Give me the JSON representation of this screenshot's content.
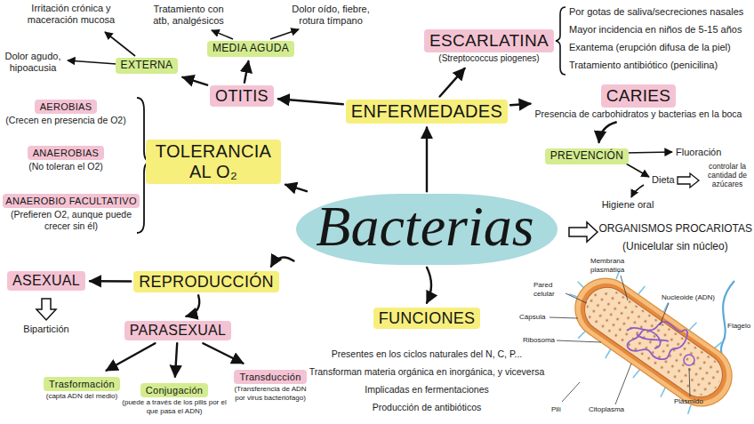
{
  "diagram": {
    "nodes": [
      {
        "text": [
          "Bacterias"
        ]
      },
      {
        "text": [
          "ENFERMEDADES"
        ]
      },
      {
        "text": [
          "OTITIS"
        ]
      },
      {
        "text": [
          "MEDIA AGUDA"
        ]
      },
      {
        "text": [
          "EXTERNA"
        ]
      },
      {
        "text": [
          "ESCARLATINA",
          "(Streptococcus piogenes)"
        ]
      },
      {
        "text": [
          "CARIES",
          "Presencia de carbohidratos y bacterias en la boca"
        ]
      },
      {
        "text": [
          "PREVENCIÓN"
        ]
      },
      {
        "text": [
          "TOLERANCIA AL O₂"
        ]
      },
      {
        "text": [
          "AEROBIAS",
          "(Crecen en presencia de O2)"
        ]
      },
      {
        "text": [
          "ANAEROBIAS",
          "(No toleran el O2)"
        ]
      },
      {
        "text": [
          "ANAEROBIO FACULTATIVO",
          "(Prefieren O2, aunque puede crecer sin él)"
        ]
      },
      {
        "text": [
          "REPRODUCCIÓN"
        ]
      },
      {
        "text": [
          "ASEXUAL"
        ]
      },
      {
        "text": [
          "PARASEXUAL"
        ]
      },
      {
        "text": [
          "Trasformación",
          "(capta ADN del medio)"
        ]
      },
      {
        "text": [
          "Conjugación",
          "(puede a través de los pilis por el que pasa el ADN)"
        ]
      },
      {
        "text": [
          "Transducción",
          "(Transferencia de ADN por virus bacteriófago)"
        ]
      },
      {
        "text": [
          "FUNCIONES"
        ]
      }
    ],
    "edges": [
      {
        "from": 0,
        "to": 1,
        "arrow": "to"
      },
      {
        "from": 1,
        "to": 2,
        "arrow": "to"
      },
      {
        "from": 2,
        "to": 3,
        "arrow": "to"
      },
      {
        "from": 2,
        "to": 4,
        "arrow": "to"
      },
      {
        "from": 1,
        "to": 5,
        "arrow": "to"
      },
      {
        "from": 1,
        "to": 6,
        "arrow": "to"
      },
      {
        "from": 6,
        "to": 7,
        "arrow": "to"
      },
      {
        "from": 0,
        "to": 8,
        "arrow": "to"
      },
      {
        "from": 0,
        "to": 12,
        "arrow": "to"
      },
      {
        "from": 12,
        "to": 13,
        "arrow": "to"
      },
      {
        "from": 12,
        "to": 14,
        "arrow": "to"
      },
      {
        "from": 14,
        "to": 15,
        "arrow": "to"
      },
      {
        "from": 14,
        "to": 16,
        "arrow": "to"
      },
      {
        "from": 14,
        "to": 17,
        "arrow": "to"
      },
      {
        "from": 0,
        "to": 18,
        "arrow": "to"
      }
    ],
    "labels": [
      "Tratamiento con atb, analgésicos",
      "Dolor oído, fiebre, rotura tímpano",
      "Irritación crónica y maceración mucosa",
      "Dolor agudo, hipoacusia",
      "Por gotas de saliva/secreciones nasales",
      "Mayor incidencia en niños de 5-15 años",
      "Exantema (erupción difusa de la piel)",
      "Tratamiento antibiótico (penicilina)",
      "Fluoración",
      "Dieta",
      "controlar la cantidad de azúcares",
      "Higiene oral",
      "ORGANISMOS PROCARIOTAS",
      "(Unicelular sin núcleo)",
      "Bipartición",
      "Presentes en los ciclos naturales del  N, C, P...",
      "Transforman materia orgánica en inorgánica, y viceversa",
      "Implicadas en fermentaciones",
      "Producción de antibióticos",
      "Membrana plasmática",
      "Pared celular",
      "Cápsula",
      "Ribosoma",
      "Nucleoide (ADN)",
      "Flagelo",
      "Plásmido",
      "Citoplasma",
      "Pili"
    ]
  }
}
